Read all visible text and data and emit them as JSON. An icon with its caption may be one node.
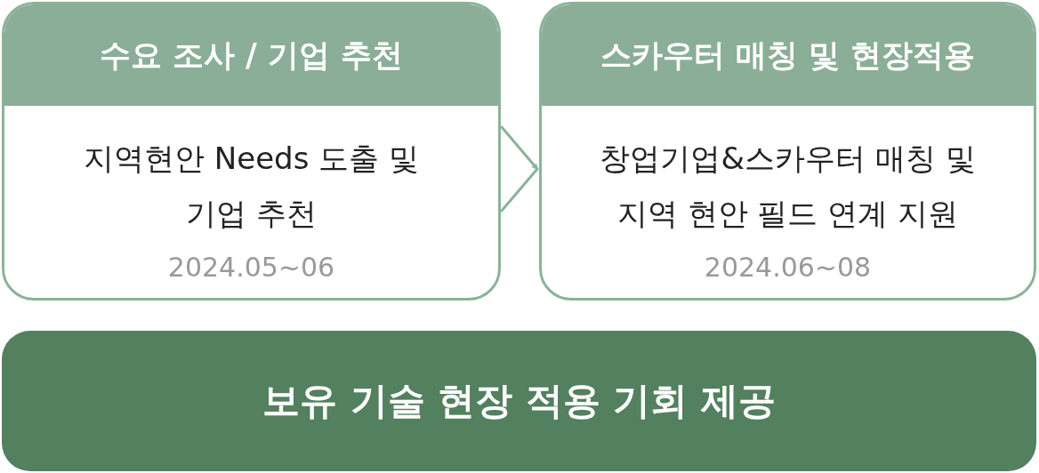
{
  "diagram": {
    "nodes": [
      {
        "text": [
          "수요 조사 / 기업 추천",
          "지역현안 Needs 도출 및 기업 추천",
          "2024.05~06"
        ]
      },
      {
        "text": [
          "스카우터 매칭 및 현장적용",
          "창업기업&스카우터 매칭 및 지역 현안 필드 연계 지원",
          "2024.06~08"
        ]
      },
      {
        "text": [
          "보유 기술 현장 적용 기회 제공"
        ]
      }
    ],
    "edges": [
      {
        "from": 0,
        "to": 1,
        "arrow": "to"
      }
    ]
  }
}
